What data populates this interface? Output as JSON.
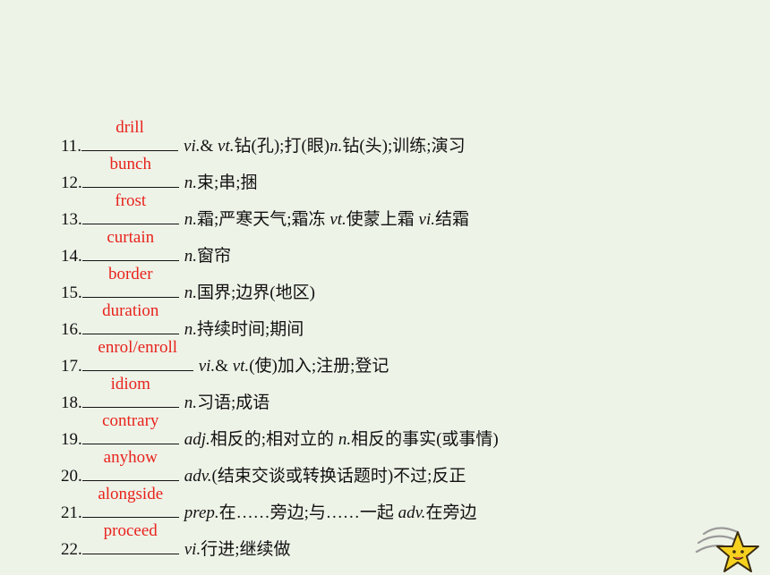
{
  "items": [
    {
      "num": "11.",
      "answer": "drill",
      "def_parts": [
        [
          "vi.",
          "pos"
        ],
        [
          "& ",
          "def"
        ],
        [
          "vt.",
          "pos"
        ],
        [
          "钻(孔);打(眼)",
          "def"
        ],
        [
          "n.",
          "pos"
        ],
        [
          "钻(头);训练;演习",
          "def"
        ]
      ]
    },
    {
      "num": "12.",
      "answer": "bunch",
      "def_parts": [
        [
          "n.",
          "pos"
        ],
        [
          "束;串;捆",
          "def"
        ]
      ]
    },
    {
      "num": "13.",
      "answer": "frost",
      "def_parts": [
        [
          "n.",
          "pos"
        ],
        [
          "霜;严寒天气;霜冻 ",
          "def"
        ],
        [
          "vt.",
          "pos"
        ],
        [
          "使蒙上霜 ",
          "def"
        ],
        [
          "vi.",
          "pos"
        ],
        [
          "结霜",
          "def"
        ]
      ]
    },
    {
      "num": "14.",
      "answer": "curtain",
      "def_parts": [
        [
          "n.",
          "pos"
        ],
        [
          "窗帘",
          "def"
        ]
      ]
    },
    {
      "num": "15.",
      "answer": "border",
      "def_parts": [
        [
          "n.",
          "pos"
        ],
        [
          "国界;边界(地区)",
          "def"
        ]
      ]
    },
    {
      "num": "16.",
      "answer": "duration",
      "def_parts": [
        [
          "n.",
          "pos"
        ],
        [
          "持续时间;期间",
          "def"
        ]
      ]
    },
    {
      "num": "17.",
      "answer": "enrol/enroll",
      "def_parts": [
        [
          "vi.",
          "pos"
        ],
        [
          "& ",
          "def"
        ],
        [
          "vt.",
          "pos"
        ],
        [
          "(使)加入;注册;登记",
          "def"
        ]
      ]
    },
    {
      "num": "18.",
      "answer": "idiom",
      "def_parts": [
        [
          "n.",
          "pos"
        ],
        [
          "习语;成语",
          "def"
        ]
      ]
    },
    {
      "num": "19.",
      "answer": "contrary",
      "def_parts": [
        [
          "adj.",
          "pos"
        ],
        [
          "相反的;相对立的 ",
          "def"
        ],
        [
          "n.",
          "pos"
        ],
        [
          "相反的事实(或事情)",
          "def"
        ]
      ]
    },
    {
      "num": "20.",
      "answer": "anyhow",
      "def_parts": [
        [
          "adv.",
          "pos"
        ],
        [
          "(结束交谈或转换话题时)不过;反正",
          "def"
        ]
      ]
    },
    {
      "num": "21.",
      "answer": "alongside",
      "def_parts": [
        [
          "prep.",
          "pos"
        ],
        [
          "在……旁边;与……一起 ",
          "def"
        ],
        [
          "adv.",
          "pos"
        ],
        [
          "在旁边",
          "def"
        ]
      ]
    },
    {
      "num": "22.",
      "answer": "proceed",
      "def_parts": [
        [
          "vi.",
          "pos"
        ],
        [
          "行进;继续做",
          "def"
        ]
      ]
    }
  ],
  "colors": {
    "background": "#eef3e8",
    "answer": "#e8231c",
    "text": "#111111",
    "star": "#f6d21f"
  },
  "decoration": {
    "icon": "cartoon-star-icon"
  }
}
